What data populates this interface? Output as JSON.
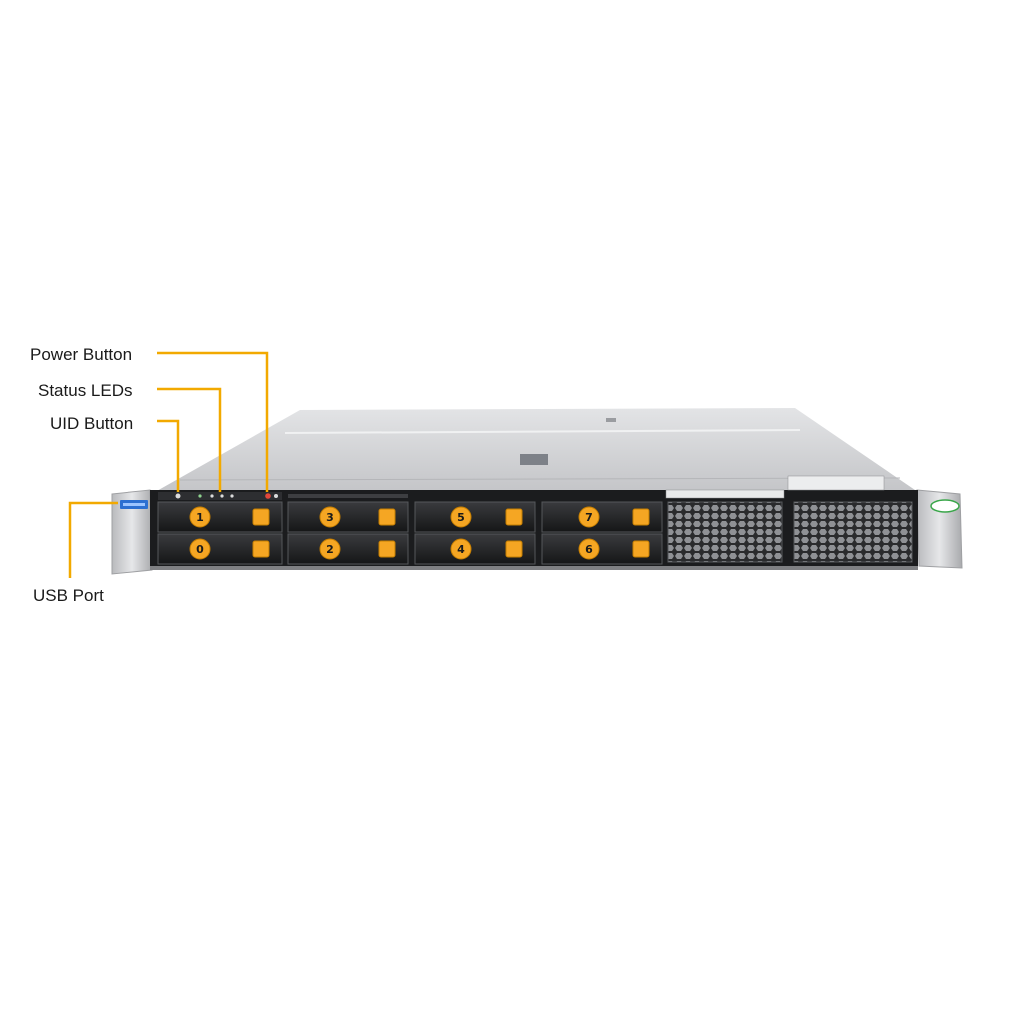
{
  "callouts": {
    "power_button": "Power Button",
    "status_leds": "Status LEDs",
    "uid_button": "UID Button",
    "usb_port": "USB Port"
  },
  "drive_bays": {
    "top_row": [
      "1",
      "3",
      "5",
      "7"
    ],
    "bottom_row": [
      "0",
      "2",
      "4",
      "6"
    ]
  },
  "colors": {
    "callout_line": "#f2a900",
    "bay_latch": "#f5a623",
    "chassis_top": "#d5d6d8",
    "front_panel": "#1b1c1e",
    "ear": "#c9cacc"
  },
  "icons": {
    "usb": "usb-port-icon",
    "power": "power-button-icon",
    "uid": "uid-button-icon",
    "vent": "vent-grille-icon",
    "brand": "brand-logo-icon"
  }
}
